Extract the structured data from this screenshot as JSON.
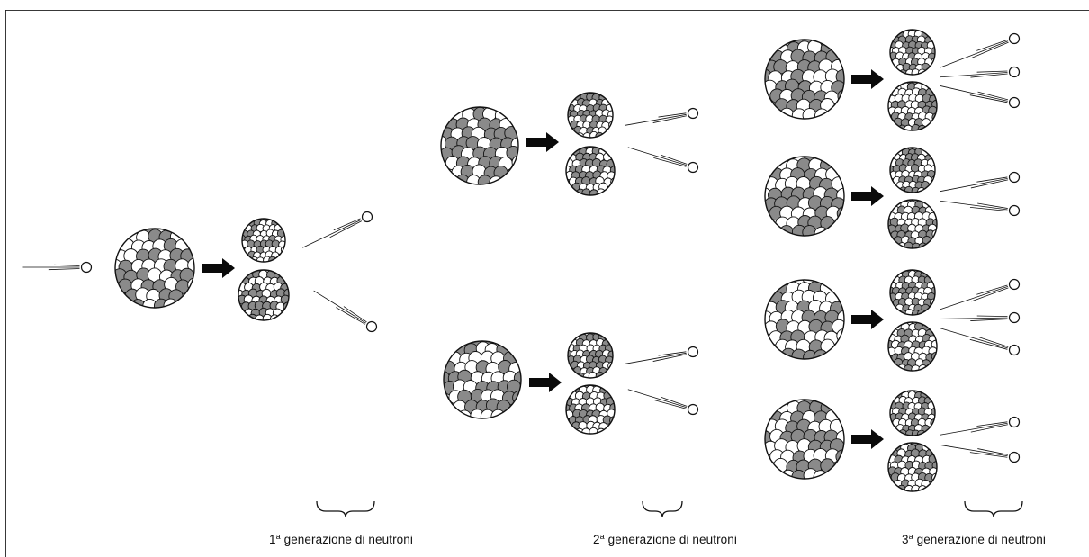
{
  "labels": [
    {
      "num": "1",
      "sup": "a",
      "text": "generazione di neutroni"
    },
    {
      "num": "2",
      "sup": "a",
      "text": "generazione di neutroni"
    },
    {
      "num": "3",
      "sup": "a",
      "text": "generazione di neutroni"
    }
  ],
  "colors": {
    "ink": "#111111",
    "shade": "#8a8a8a",
    "paper": "#ffffff",
    "arrow": "#0a0a0a"
  }
}
